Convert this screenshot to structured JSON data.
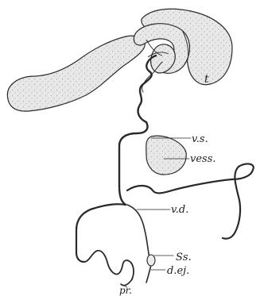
{
  "labels": {
    "t": "t",
    "vs": "v.s.",
    "vess": "vess.",
    "vd": "v.d.",
    "ss": "Ss.",
    "dej": "d.ej.",
    "pr": "pr."
  },
  "colors": {
    "ink": "#2a2a2a",
    "organ_fill": "#e6e6e6",
    "background": "#ffffff"
  }
}
